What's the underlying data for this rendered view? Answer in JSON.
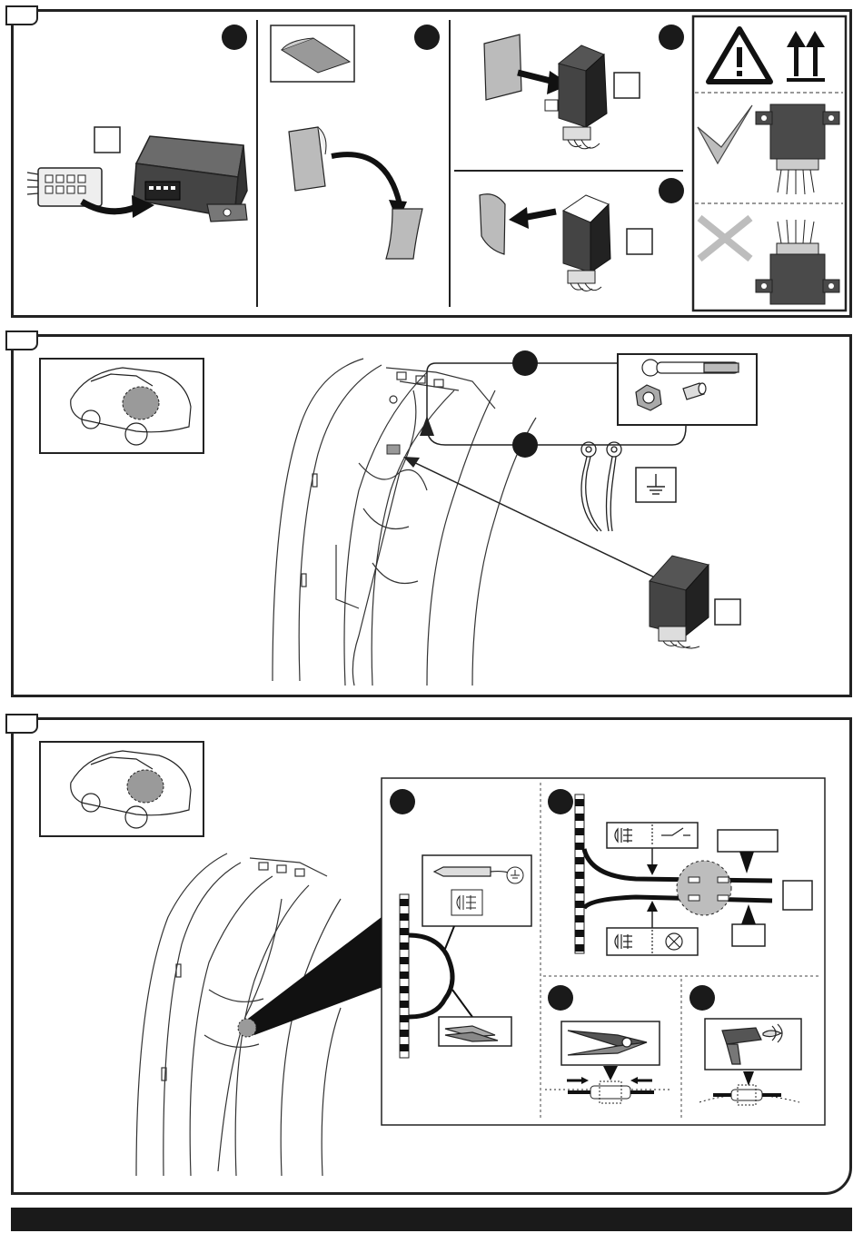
{
  "document": {
    "type": "installation-instruction-sheet",
    "text_labels": []
  },
  "steps": [
    {
      "id": "step-1",
      "subpanels": [
        "connect-module",
        "peel-adhesive",
        "apply-adhesive",
        "remove-liner",
        "orientation-check"
      ]
    },
    {
      "id": "step-2",
      "callouts": [
        "tools",
        "ground-terminals",
        "ground-symbol",
        "control-module"
      ]
    },
    {
      "id": "step-3",
      "callouts": [
        "test-and-cut",
        "splice-connections",
        "crimp",
        "heat-shrink"
      ]
    }
  ],
  "icons": {
    "warning": "warning-triangle-icon",
    "this_way_up": "this-way-up-arrows-icon",
    "correct": "check-mark-icon",
    "incorrect": "cross-mark-icon",
    "ground": "ground-symbol-icon",
    "fog_light": "rear-fog-light-icon",
    "switch": "switch-icon",
    "lamp": "lamp-icon"
  },
  "colors": {
    "ink": "#222222",
    "module_fill": "#4a4a4a",
    "callout_circle": "#1a1a1a",
    "highlight_grey": "#bdbdbd"
  }
}
